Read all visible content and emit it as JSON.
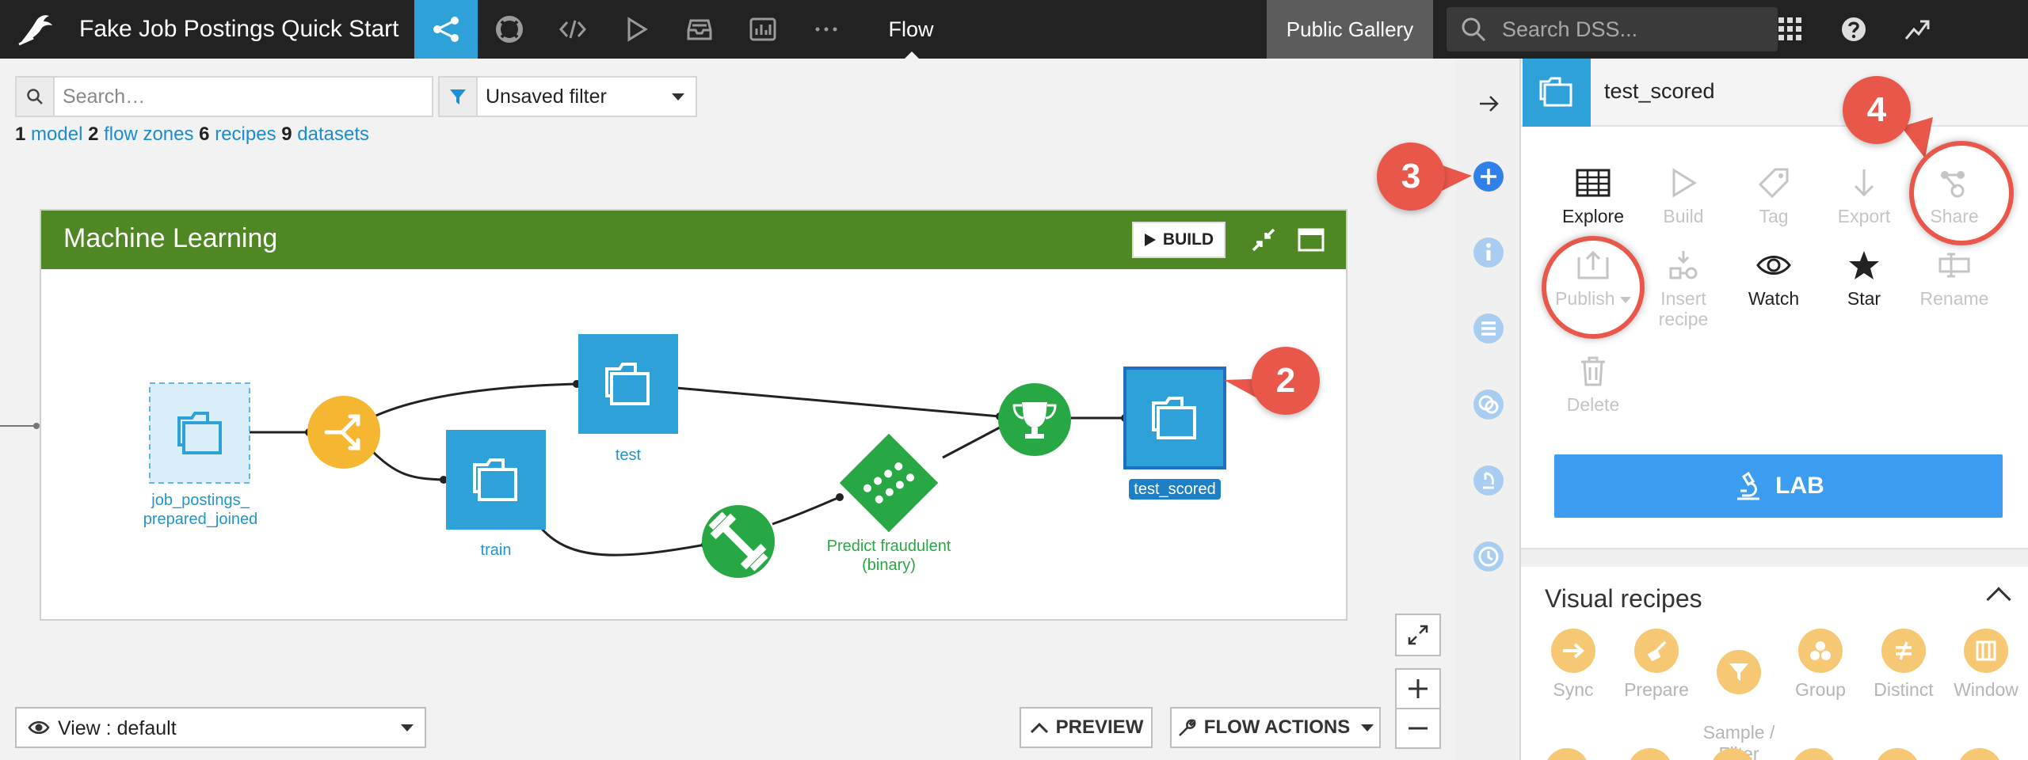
{
  "app": {
    "project_title": "Fake Job Postings Quick Start",
    "active_tab": "Flow",
    "gallery_label": "Public Gallery",
    "search_placeholder": "Search DSS..."
  },
  "flow_toolbar": {
    "search_placeholder": "Search…",
    "filter_label": "Unsaved filter",
    "counts": [
      {
        "count": "1",
        "label": "model"
      },
      {
        "count": "2",
        "label": "flow zones"
      },
      {
        "count": "6",
        "label": "recipes"
      },
      {
        "count": "9",
        "label": "datasets"
      }
    ]
  },
  "zone": {
    "title": "Machine Learning",
    "build_label": "BUILD",
    "nodes": {
      "job_postings": "job_postings_\nprepared_joined",
      "test": "test",
      "train": "train",
      "predict": "Predict fraudulent\n(binary)",
      "test_scored": "test_scored"
    }
  },
  "bottom": {
    "view_label": "View : default",
    "preview_label": "PREVIEW",
    "flow_actions_label": "FLOW ACTIONS"
  },
  "panel": {
    "selected_name": "test_scored",
    "actions": [
      {
        "label": "Explore",
        "state": "enabled",
        "icon": "table-icon"
      },
      {
        "label": "Build",
        "state": "disabled",
        "icon": "play-icon"
      },
      {
        "label": "Tag",
        "state": "disabled",
        "icon": "tag-icon"
      },
      {
        "label": "Export",
        "state": "disabled",
        "icon": "download-icon"
      },
      {
        "label": "Share",
        "state": "disabled",
        "icon": "share-icon"
      },
      {
        "label": "Publish",
        "state": "disabled",
        "icon": "publish-icon"
      },
      {
        "label": "Insert\nrecipe",
        "state": "disabled",
        "icon": "insert-recipe-icon"
      },
      {
        "label": "Watch",
        "state": "enabled",
        "icon": "eye-icon"
      },
      {
        "label": "Star",
        "state": "enabled",
        "icon": "star-icon"
      },
      {
        "label": "Rename",
        "state": "disabled",
        "icon": "rename-icon"
      },
      {
        "label": "Delete",
        "state": "disabled",
        "icon": "trash-icon"
      }
    ],
    "lab_label": "LAB",
    "visual_recipes_title": "Visual recipes",
    "recipes": [
      {
        "label": "Sync"
      },
      {
        "label": "Prepare"
      },
      {
        "label": "Sample /\nFilter"
      },
      {
        "label": "Group"
      },
      {
        "label": "Distinct"
      },
      {
        "label": "Window"
      }
    ]
  },
  "callouts": [
    "2",
    "3",
    "4"
  ],
  "colors": {
    "topbar": "#222222",
    "accent_blue": "#2ea1d8",
    "zone_green": "#4e8724",
    "recipe_yellow": "#f5b731",
    "model_green": "#27a844",
    "callout_red": "#e9574b",
    "lab_blue": "#3c9cf0"
  }
}
